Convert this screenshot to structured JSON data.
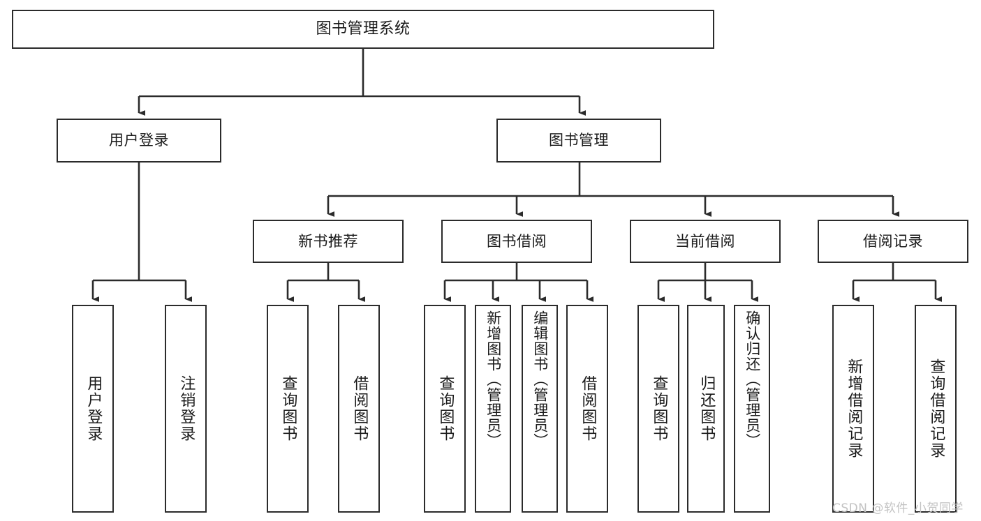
{
  "diagram": {
    "type": "tree",
    "title": "图书管理系统",
    "orientation": "top-down",
    "colors": {
      "box_border": "#2b2b2b",
      "box_fill": "#ffffff",
      "edge": "#2b2b2b",
      "text": "#1a1a1a",
      "watermark": "#c3c3c3",
      "background": "#ffffff"
    }
  },
  "root": {
    "label": "图书管理系统"
  },
  "tier2": [
    {
      "label": "用户登录"
    },
    {
      "label": "图书管理"
    }
  ],
  "tier3": [
    {
      "label": "新书推荐"
    },
    {
      "label": "图书借阅"
    },
    {
      "label": "当前借阅"
    },
    {
      "label": "借阅记录"
    }
  ],
  "leaves": {
    "user_login": [
      {
        "label": "用户登录"
      },
      {
        "label": "注销登录"
      }
    ],
    "new_book_recommend": [
      {
        "label": "查询图书"
      },
      {
        "label": "借阅图书"
      }
    ],
    "book_borrow": [
      {
        "label": "查询图书"
      },
      {
        "label": "新增图书（管理员）"
      },
      {
        "label": "编辑图书（管理员）"
      },
      {
        "label": "借阅图书"
      }
    ],
    "current_borrow": [
      {
        "label": "查询图书"
      },
      {
        "label": "归还图书"
      },
      {
        "label": "确认归还（管理员）"
      }
    ],
    "borrow_record": [
      {
        "label": "新增借阅记录"
      },
      {
        "label": "查询借阅记录"
      }
    ]
  },
  "watermark": {
    "text": "CSDN @软件_小贺同学"
  }
}
